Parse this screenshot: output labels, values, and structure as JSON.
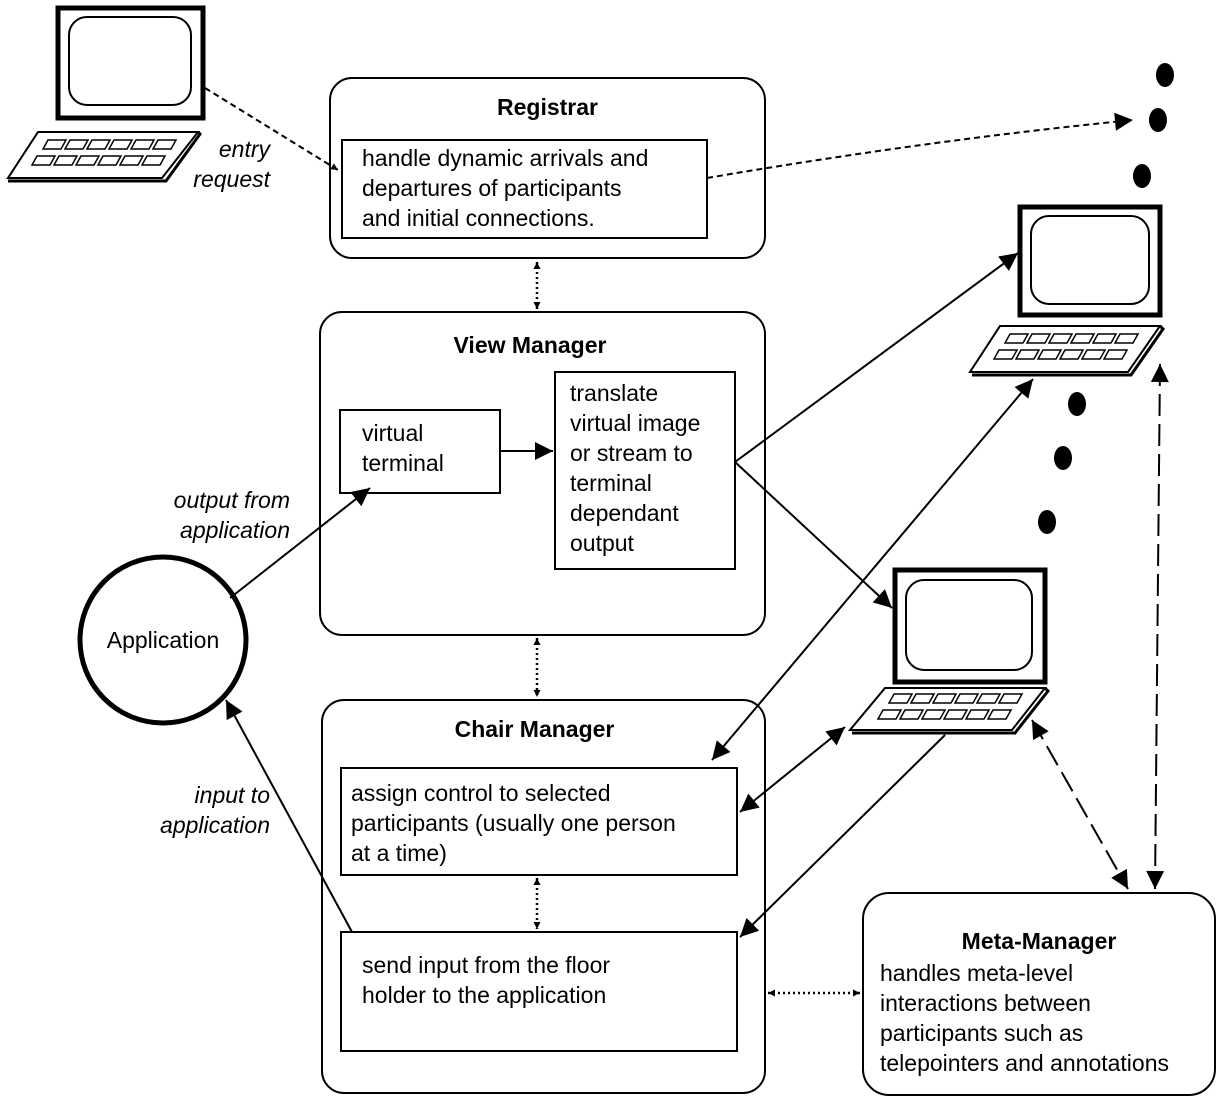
{
  "registrar": {
    "title": "Registrar",
    "desc": "handle dynamic arrivals and\ndepartures of participants\nand initial connections."
  },
  "view_manager": {
    "title": "View Manager",
    "virtual_terminal": "virtual\nterminal",
    "translate": "translate\nvirtual image\nor stream to\nterminal\ndependant\noutput"
  },
  "chair_manager": {
    "title": "Chair Manager",
    "assign": "assign control to selected\nparticipants (usually one person\nat a time)",
    "send": "send input from the floor\nholder to the application"
  },
  "meta_manager": {
    "title": "Meta-Manager",
    "desc": "handles meta-level\ninteractions between\nparticipants such as\ntelepointers and annotations"
  },
  "application": {
    "label": "Application"
  },
  "labels": {
    "entry_request": "entry\nrequest",
    "output_from_application": "output from\napplication",
    "input_to_application": "input to\napplication"
  }
}
